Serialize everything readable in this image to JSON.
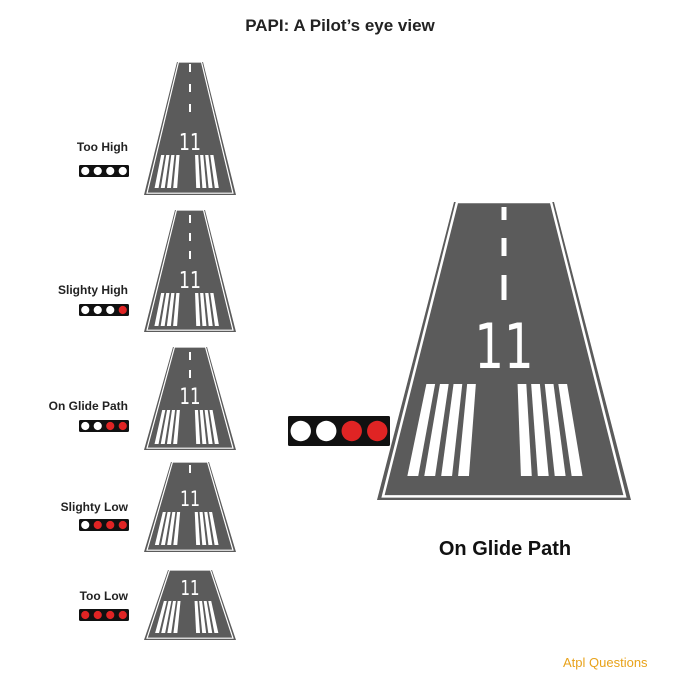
{
  "title": "PAPI: A Pilot’s eye view",
  "runway_number": "11",
  "colors": {
    "white_light": "#ffffff",
    "red_light": "#e02424",
    "runway": "#5b5b5b",
    "panel": "#111111"
  },
  "states": [
    {
      "label": "Too High",
      "lights": [
        "white",
        "white",
        "white",
        "white"
      ]
    },
    {
      "label": "Slighty High",
      "lights": [
        "white",
        "white",
        "white",
        "red"
      ]
    },
    {
      "label": "On Glide Path",
      "lights": [
        "white",
        "white",
        "red",
        "red"
      ]
    },
    {
      "label": "Slighty Low",
      "lights": [
        "white",
        "red",
        "red",
        "red"
      ]
    },
    {
      "label": "Too Low",
      "lights": [
        "red",
        "red",
        "red",
        "red"
      ]
    }
  ],
  "featured": {
    "label": "On Glide Path",
    "lights": [
      "white",
      "white",
      "red",
      "red"
    ]
  },
  "brand": "Atpl Questions"
}
